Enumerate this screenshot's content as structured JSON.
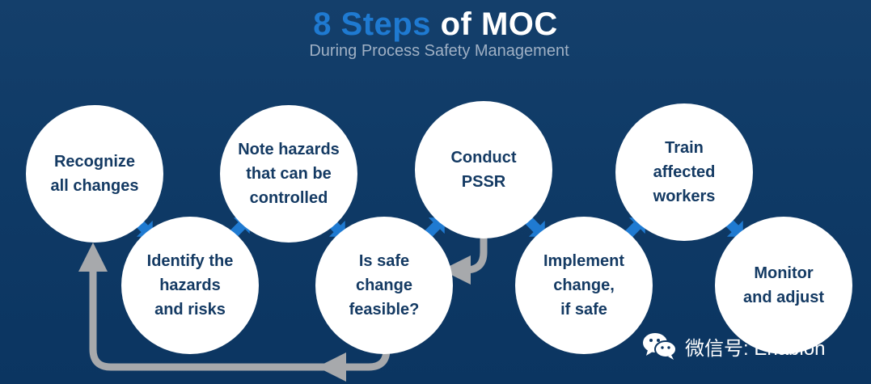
{
  "header": {
    "title_accent": "8 Steps",
    "title_rest": " of MOC",
    "subtitle": "During Process Safety Management"
  },
  "steps": [
    {
      "label": "Recognize\nall changes"
    },
    {
      "label": "Identify the\nhazards\nand risks"
    },
    {
      "label": "Note hazards\nthat can be\ncontrolled"
    },
    {
      "label": "Is safe\nchange\nfeasible?"
    },
    {
      "label": "Conduct\nPSSR"
    },
    {
      "label": "Implement\nchange,\nif safe"
    },
    {
      "label": "Train\naffected\nworkers"
    },
    {
      "label": "Monitor\nand adjust"
    }
  ],
  "watermark": {
    "text": "微信号: Enablon",
    "icon": "wechat-icon"
  },
  "colors": {
    "background": "#0f3a66",
    "accent": "#1f7ad1",
    "arrow_blue": "#1f7ad1",
    "loop_arrow_gray": "#a7a9ac",
    "circle_text": "#143a63"
  }
}
